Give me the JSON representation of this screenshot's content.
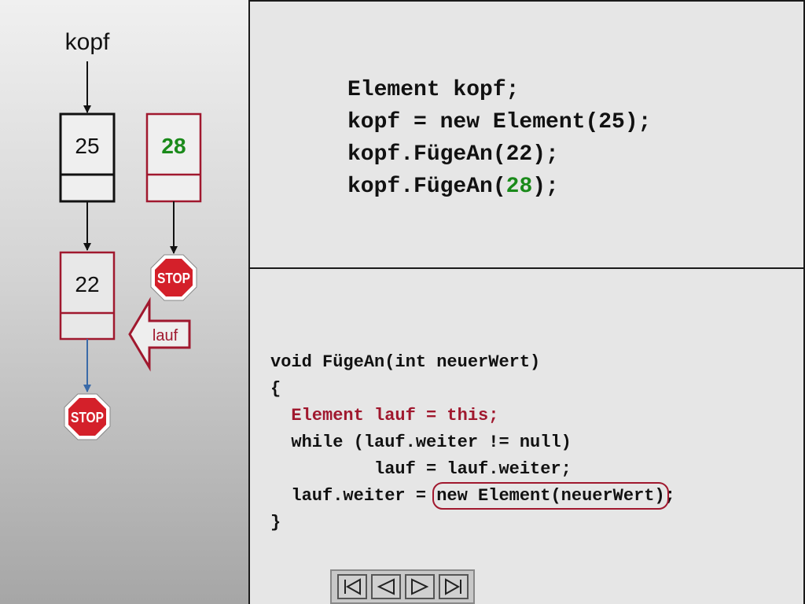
{
  "diagram": {
    "head_label": "kopf",
    "nodes": [
      {
        "value": "25"
      },
      {
        "value": "22"
      },
      {
        "value": "28"
      }
    ],
    "pointer_label": "lauf",
    "stop_text": "STOP",
    "colors": {
      "black": "#111111",
      "red": "#a0182e",
      "green": "#1a8a1a",
      "blue": "#3a6aa8"
    }
  },
  "top_code": {
    "line1": "Element kopf;",
    "line2": "kopf = new Element(25);",
    "line3_pre": "kopf.FügeAn(22);",
    "line4_pre": "kopf.FügeAn(",
    "line4_val": "28",
    "line4_post": ");"
  },
  "bottom_code": {
    "line1": "void FügeAn(int neuerWert)",
    "line2": "{",
    "line3": "  Element lauf = this;",
    "line4": "  while (lauf.weiter != null)",
    "line5": "          lauf = lauf.weiter;",
    "line6_pre": "  lauf.weiter = ",
    "line6_hl": "new Element(neuerWert)",
    "line6_post": ";",
    "line7": "}"
  },
  "nav": {
    "buttons": [
      "first-icon",
      "prev-icon",
      "next-icon",
      "last-icon"
    ]
  }
}
